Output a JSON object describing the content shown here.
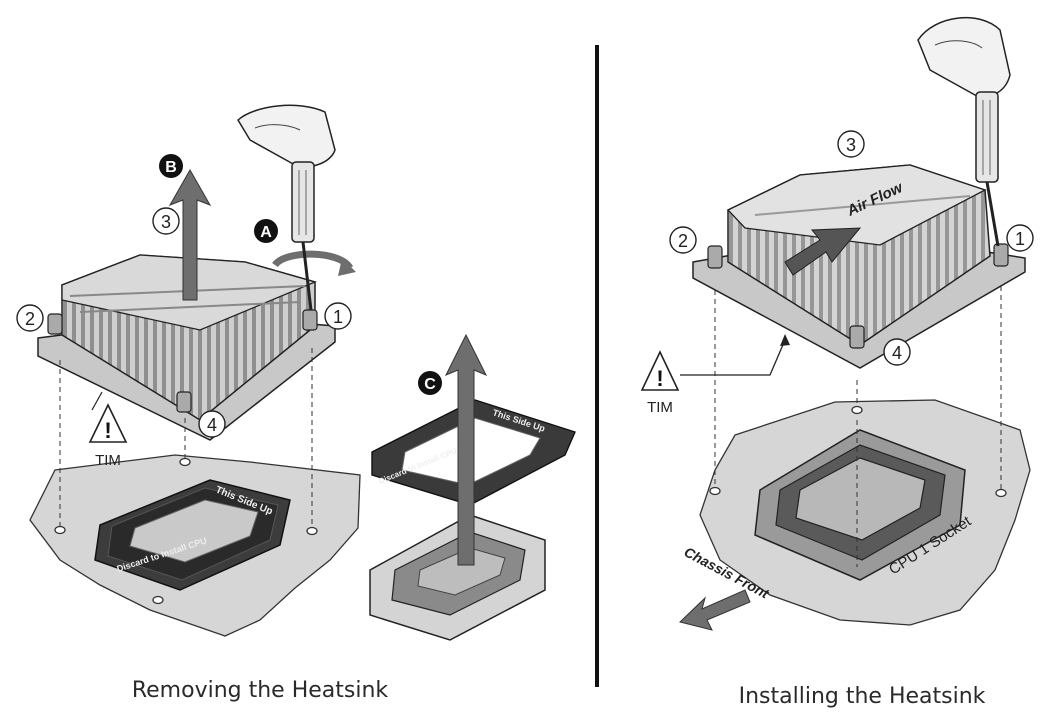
{
  "captions": {
    "left": "Removing the Heatsink",
    "right": "Installing the Heatsink"
  },
  "left_panel": {
    "step_a": "A",
    "step_b": "B",
    "step_c": "C",
    "callout_1": "1",
    "callout_2": "2",
    "callout_3": "3",
    "callout_4": "4",
    "tim_label": "TIM",
    "cover_text_top": "This Side Up",
    "cover_text_bottom": "Discard to Install CPU"
  },
  "right_panel": {
    "callout_1": "1",
    "callout_2": "2",
    "callout_3": "3",
    "callout_4": "4",
    "tim_label": "TIM",
    "airflow_label": "Air Flow",
    "socket_label": "CPU 1 Socket",
    "chassis_label": "Chassis Front"
  },
  "colors": {
    "line": "#1a1a1a",
    "board": "#d6d6d6",
    "heatsink": "#bdbdbd",
    "arrow": "#6e6e6e"
  },
  "icons": [
    "screwdriver-hand-icon",
    "warning-triangle-icon",
    "step-badge-icon",
    "rotate-arrow-icon"
  ]
}
